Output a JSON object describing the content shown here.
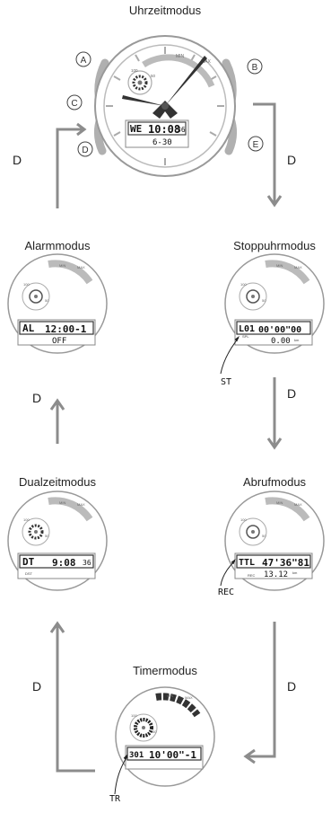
{
  "modes": {
    "timekeeping": "Uhrzeitmodus",
    "alarm": "Alarmmodus",
    "stopwatch": "Stoppuhrmodus",
    "dualtime": "Dualzeitmodus",
    "recall": "Abrufmodus",
    "timer": "Timermodus"
  },
  "buttons": {
    "a": "A",
    "b": "B",
    "c": "C",
    "d": "D",
    "e": "E"
  },
  "arrows": {
    "d": "D"
  },
  "dial": {
    "min": "MIN",
    "max": "MAX",
    "scale_100": "100",
    "scale_0": "0",
    "scale_50": "50",
    "scale_40": "40",
    "alm": "ALM SIG"
  },
  "displays": {
    "timekeeping": {
      "day": "WE",
      "time": "10:08",
      "sec": "36",
      "date": "6-30"
    },
    "alarm": {
      "mode": "AL",
      "time": "12:00-1",
      "state": "OFF"
    },
    "stopwatch": {
      "mode": "L01",
      "time": "00'00\"00",
      "sub_label": "SPL",
      "dist": "0.00",
      "unit": "km"
    },
    "dualtime": {
      "mode": "DT",
      "time": "9:08",
      "sec": "36",
      "dst": "DST"
    },
    "recall": {
      "mode": "TTL",
      "time": "47'36\"81",
      "rec": "REC",
      "dist": "13.12",
      "unit": "km"
    },
    "timer": {
      "mode": "301",
      "time": "10'00\"-1"
    }
  },
  "callouts": {
    "st": "ST",
    "rec": "REC",
    "tr": "TR"
  }
}
